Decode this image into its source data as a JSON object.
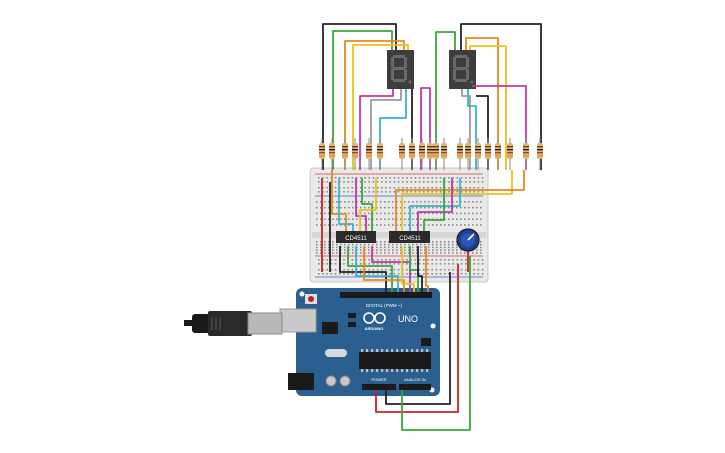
{
  "ic": {
    "left_label": "CD4511",
    "right_label": "CD4511"
  },
  "arduino": {
    "brand": "ARDUINO",
    "model": "UNO",
    "digital_label": "DIGITAL (PWM ~)",
    "power_label": "POWER",
    "analog_label": "ANALOG IN"
  },
  "colors": {
    "background": "#ffffff",
    "board_blue": "#2a5f8f",
    "breadboard": "#e8e8e8",
    "display_body": "#3a3a3a",
    "wire_black": "#222222",
    "wire_green": "#3aa63a",
    "wire_orange": "#e8891a",
    "wire_yellow": "#e8c31a",
    "wire_purple": "#c03aa0",
    "wire_cyan": "#3ab3c8",
    "wire_red": "#d42020",
    "wire_gray": "#9a9a9a"
  }
}
